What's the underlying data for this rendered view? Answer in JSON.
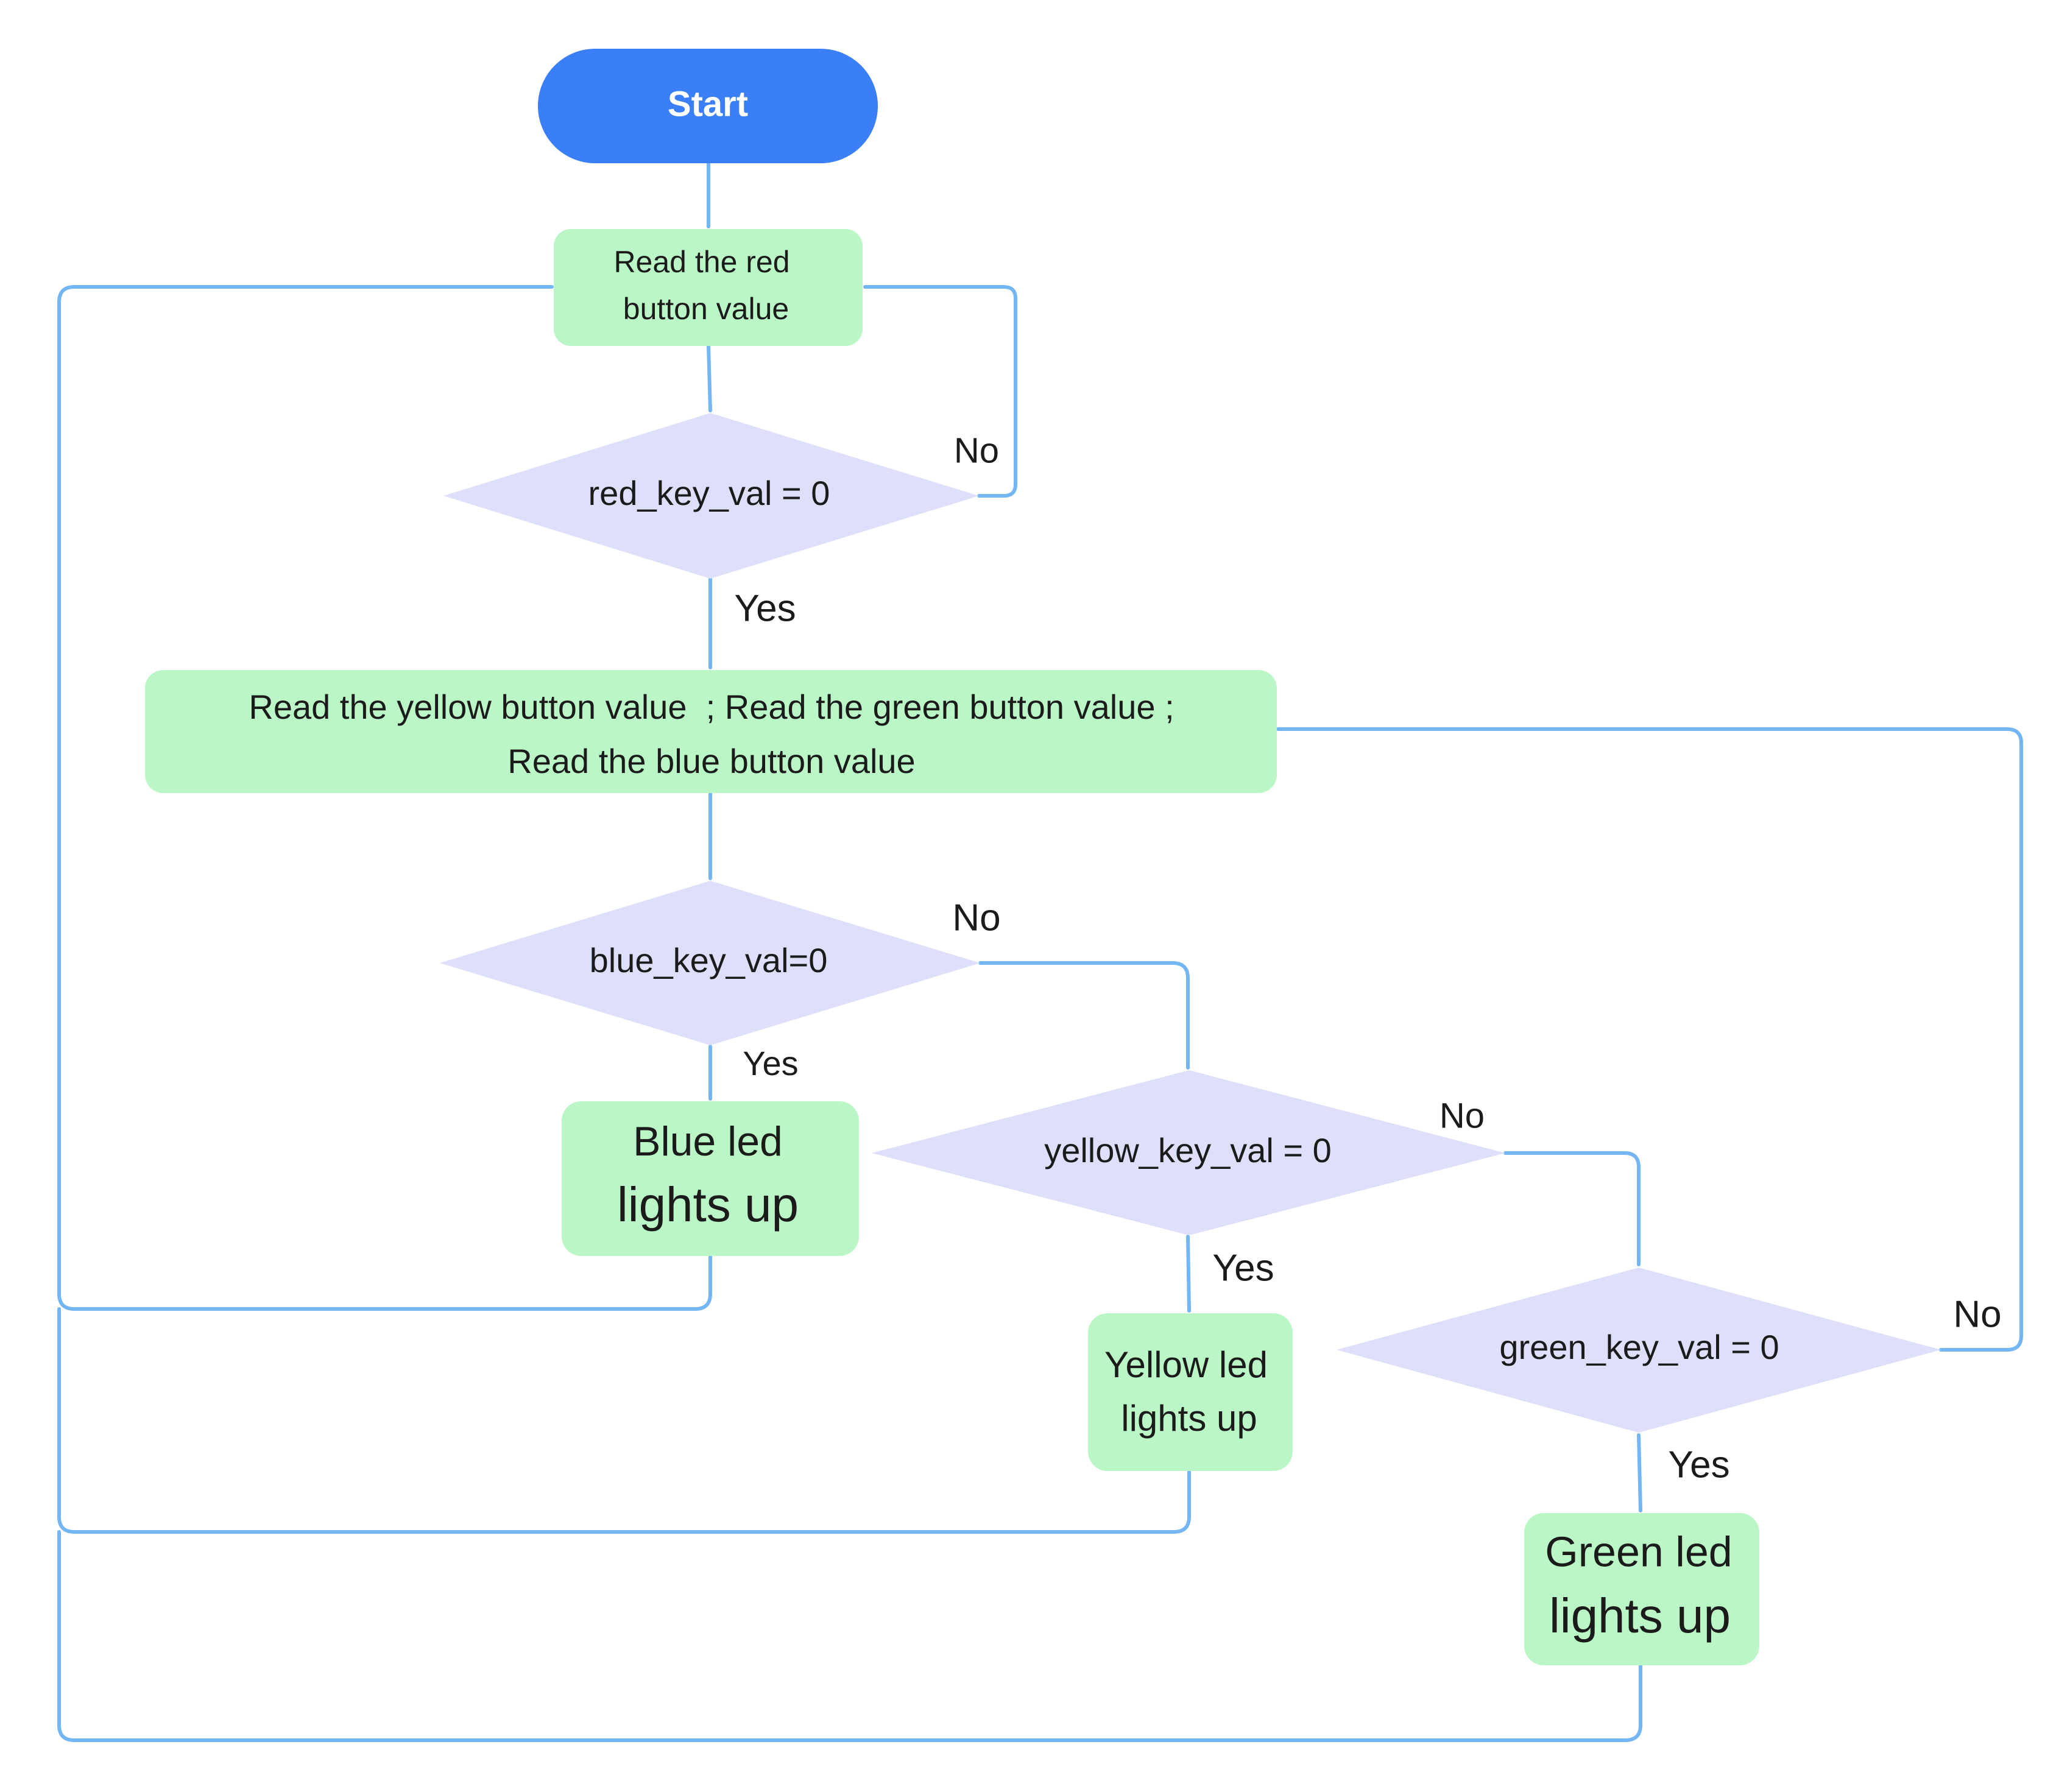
{
  "diagram": {
    "colors": {
      "start_fill": "#3a7ef8",
      "process_fill": "#bbf7c6",
      "decision_fill": "#dedffa",
      "connector": "#73b6f3"
    },
    "start": {
      "label": "Start"
    },
    "read_red": {
      "lines": [
        "Read the red",
        "button value"
      ]
    },
    "dec_red": {
      "label": "red_key_val = 0"
    },
    "read_others": {
      "lines": [
        "Read the yellow button value  ; Read the green button value ;",
        "Read the blue button value"
      ]
    },
    "dec_blue": {
      "label": "blue_key_val=0"
    },
    "blue_led": {
      "lines": [
        "Blue led",
        "lights up"
      ]
    },
    "dec_yellow": {
      "label": "yellow_key_val = 0"
    },
    "yellow_led": {
      "lines": [
        "Yellow led",
        "lights up"
      ]
    },
    "dec_green": {
      "label": "green_key_val = 0"
    },
    "green_led": {
      "lines": [
        "Green led",
        "lights up"
      ]
    },
    "edge_labels": {
      "red_no": "No",
      "red_yes": "Yes",
      "blue_no": "No",
      "blue_yes": "Yes",
      "yellow_no": "No",
      "yellow_yes": "Yes",
      "green_no": "No",
      "green_yes": "Yes"
    }
  }
}
